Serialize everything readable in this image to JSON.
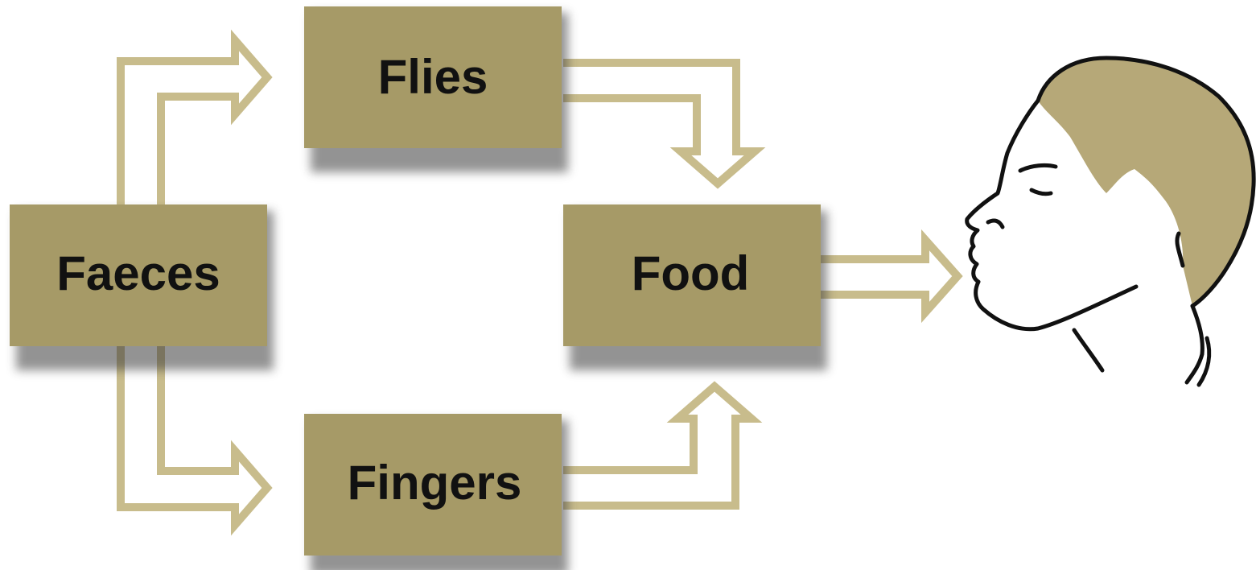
{
  "nodes": {
    "faeces": "Faeces",
    "flies": "Flies",
    "fingers": "Fingers",
    "food": "Food"
  },
  "colors": {
    "box": "#a69a67",
    "arrow": "#c8bc8c",
    "hair": "#b6a878",
    "text": "#111111"
  },
  "icons": {
    "person": "human-head-profile-icon"
  }
}
